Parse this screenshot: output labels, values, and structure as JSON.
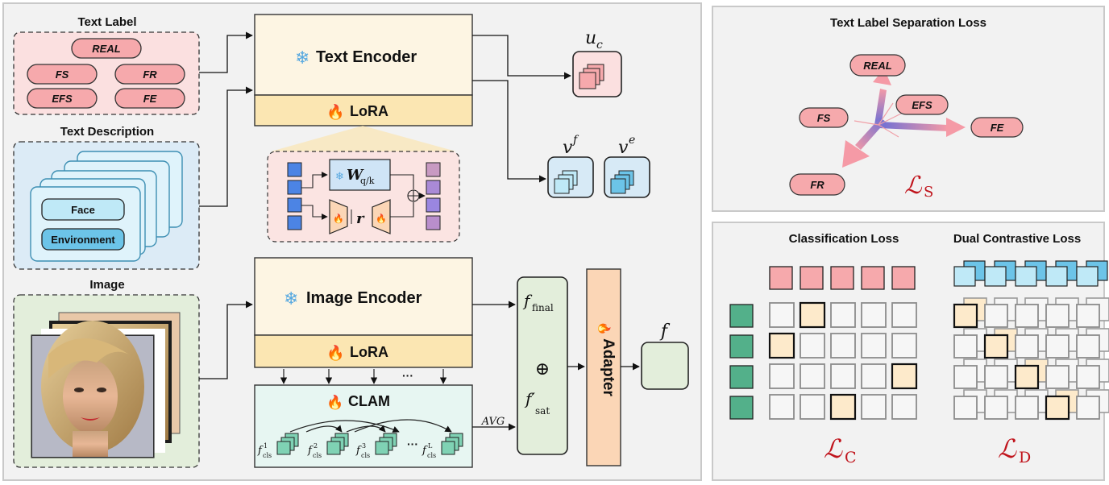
{
  "text_label_panel": {
    "title": "Text Label",
    "labels": [
      "REAL",
      "FS",
      "FR",
      "EFS",
      "FE"
    ]
  },
  "text_description_panel": {
    "title": "Text Description",
    "items": [
      "Face",
      "Environment"
    ]
  },
  "image_panel": {
    "title": "Image"
  },
  "text_encoder": {
    "title": "Text Encoder",
    "lora": "LoRA"
  },
  "image_encoder": {
    "title": "Image Encoder",
    "lora": "LoRA"
  },
  "lora_detail": {
    "weight": "W",
    "weight_sub": "q/k",
    "rank": "r"
  },
  "clam": {
    "title": "CLAM",
    "avg": "AVG",
    "ellipsis": "···",
    "tokens": [
      {
        "base": "f",
        "sup": "1",
        "sub": "cls"
      },
      {
        "base": "f",
        "sup": "2",
        "sub": "cls"
      },
      {
        "base": "f",
        "sup": "3",
        "sub": "cls"
      },
      {
        "base": "f",
        "sup": "L",
        "sub": "cls"
      }
    ]
  },
  "outputs": {
    "uc": {
      "base": "u",
      "sub": "c"
    },
    "vf": {
      "base": "v",
      "sup": "f"
    },
    "ve": {
      "base": "v",
      "sup": "e"
    },
    "f_final": {
      "base": "f",
      "sub": "final"
    },
    "f_sat": {
      "base": "f′",
      "sub": "sat"
    },
    "oplus": "⊕",
    "adapter": "Adapter",
    "f": "f"
  },
  "separation_loss": {
    "title": "Text Label Separation Loss",
    "labels": [
      "REAL",
      "EFS",
      "FS",
      "FE",
      "FR"
    ],
    "symbol": {
      "base": "ℒ",
      "sub": "S"
    }
  },
  "classification_loss": {
    "title": "Classification Loss",
    "symbol": {
      "base": "ℒ",
      "sub": "C"
    }
  },
  "dual_contrastive_loss": {
    "title": "Dual Contrastive Loss",
    "symbol": {
      "base": "ℒ",
      "sub": "D"
    }
  },
  "colors": {
    "pink_bg": "#fbe0e0",
    "pink_fill": "#f6a9ac",
    "blue_bg": "#dcebf6",
    "light_blue": "#bfe9f7",
    "mid_blue": "#6cc4e8",
    "green_bg": "#e3eedb",
    "teal": "#53b08a",
    "cream": "#fdf5e3",
    "lora": "#fbe6b2",
    "adapter": "#fbd6b6",
    "clam_bg": "#e7f6f2",
    "panel": "#f2f2f2"
  }
}
